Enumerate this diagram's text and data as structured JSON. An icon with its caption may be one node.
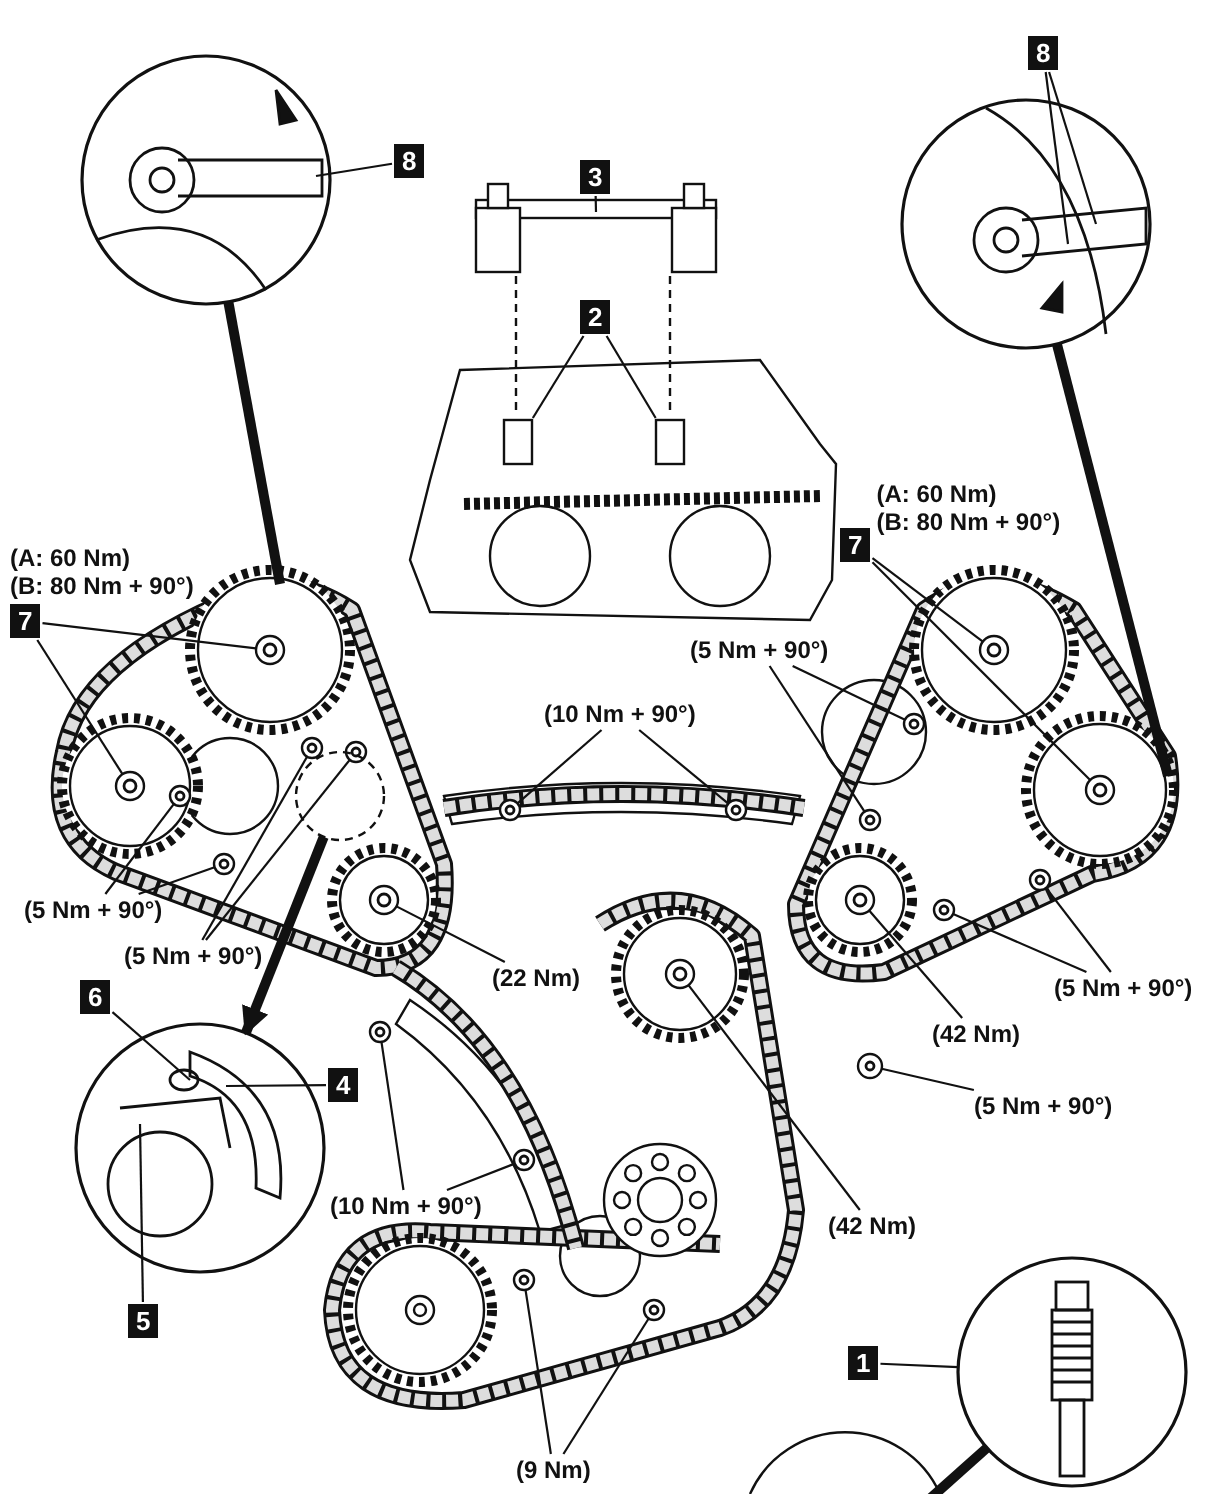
{
  "diagram": {
    "nodes": [
      {
        "text": [],
        "shape": "circle"
      },
      {
        "text": [
          "8"
        ]
      },
      {
        "text": [
          "3"
        ]
      },
      {
        "text": [
          "2"
        ]
      },
      {
        "text": [],
        "shape": "circle"
      },
      {
        "text": [
          "8"
        ]
      },
      {
        "text": [
          "7"
        ],
        "beside": [
          "(A: 60 Nm)",
          "(B: 80 Nm + 90°)"
        ]
      },
      {
        "text": [
          "7"
        ],
        "beside": [
          "(A: 60 Nm)",
          "(B: 80 Nm + 90°)"
        ]
      },
      {
        "text": [
          "(10 Nm + 90°)"
        ]
      },
      {
        "text": [
          "(5 Nm + 90°)"
        ]
      },
      {
        "text": [
          "(5 Nm + 90°)"
        ]
      },
      {
        "text": [
          "(5 Nm + 90°)"
        ]
      },
      {
        "text": [
          "(22 Nm)"
        ]
      },
      {
        "text": [
          "(42 Nm)"
        ]
      },
      {
        "text": [
          "(5 Nm + 90°)"
        ]
      },
      {
        "text": [],
        "shape": "circle"
      },
      {
        "text": [
          "6"
        ]
      },
      {
        "text": [
          "4"
        ]
      },
      {
        "text": [
          "5"
        ]
      },
      {
        "text": [
          "(5 Nm + 90°)"
        ]
      },
      {
        "text": [
          "(10 Nm + 90°)"
        ]
      },
      {
        "text": [
          "(42 Nm)"
        ]
      },
      {
        "text": [],
        "shape": "circle"
      },
      {
        "text": [
          "1"
        ]
      },
      {
        "text": [
          "(9 Nm)"
        ]
      },
      {
        "text": [],
        "shape": "box"
      },
      {
        "text": [],
        "shape": "box"
      },
      {
        "text": [],
        "shape": "circle"
      },
      {
        "text": [],
        "shape": "circle"
      },
      {
        "text": [],
        "shape": "circle"
      },
      {
        "text": [],
        "shape": "circle"
      },
      {
        "text": [],
        "shape": "circle"
      },
      {
        "text": [],
        "shape": "circle"
      },
      {
        "text": [],
        "shape": "circle"
      },
      {
        "text": [],
        "shape": "circle"
      },
      {
        "text": [],
        "shape": "circle"
      },
      {
        "text": [],
        "shape": "circle"
      },
      {
        "text": [],
        "shape": "circle"
      },
      {
        "text": [],
        "shape": "circle"
      },
      {
        "text": [],
        "shape": "circle"
      },
      {
        "text": [],
        "shape": "circle"
      },
      {
        "text": [],
        "shape": "circle"
      },
      {
        "text": [],
        "shape": "circle"
      },
      {
        "text": [],
        "shape": "circle"
      },
      {
        "text": [],
        "shape": "circle"
      },
      {
        "text": [],
        "shape": "circle"
      },
      {
        "text": [],
        "shape": "circle"
      },
      {
        "text": [],
        "shape": "circle"
      },
      {
        "text": [],
        "shape": "circle"
      },
      {
        "text": [],
        "shape": "circle"
      }
    ],
    "edges": [
      {
        "from": 0,
        "to": null,
        "arrow": "none",
        "style": "thick"
      },
      {
        "from": 1,
        "to": 0,
        "arrow": "none"
      },
      {
        "from": 2,
        "to": null,
        "arrow": "none"
      },
      {
        "from": 3,
        "to": 25,
        "arrow": "none"
      },
      {
        "from": 3,
        "to": 26,
        "arrow": "none"
      },
      {
        "from": 4,
        "to": null,
        "arrow": "none",
        "style": "thick"
      },
      {
        "from": 5,
        "to": 4,
        "arrow": "none"
      },
      {
        "from": 5,
        "to": 4,
        "arrow": "none"
      },
      {
        "from": 6,
        "to": 27,
        "arrow": "none"
      },
      {
        "from": 6,
        "to": 28,
        "arrow": "none"
      },
      {
        "from": 7,
        "to": 29,
        "arrow": "none"
      },
      {
        "from": 7,
        "to": 30,
        "arrow": "none"
      },
      {
        "from": 8,
        "to": 31,
        "arrow": "none"
      },
      {
        "from": 8,
        "to": 32,
        "arrow": "none"
      },
      {
        "from": 9,
        "to": 33,
        "arrow": "none"
      },
      {
        "from": 9,
        "to": 34,
        "arrow": "none"
      },
      {
        "from": 10,
        "to": 35,
        "arrow": "none"
      },
      {
        "from": 10,
        "to": 36,
        "arrow": "none"
      },
      {
        "from": 11,
        "to": 37,
        "arrow": "none"
      },
      {
        "from": 11,
        "to": 38,
        "arrow": "none"
      },
      {
        "from": 12,
        "to": 39,
        "arrow": "none"
      },
      {
        "from": 13,
        "to": 40,
        "arrow": "none"
      },
      {
        "from": 14,
        "to": 41,
        "arrow": "none"
      },
      {
        "from": 14,
        "to": 42,
        "arrow": "none"
      },
      {
        "from": 43,
        "to": 15,
        "arrow": "to",
        "style": "thick"
      },
      {
        "from": 16,
        "to": 15,
        "arrow": "none"
      },
      {
        "from": 17,
        "to": 15,
        "arrow": "none"
      },
      {
        "from": 18,
        "to": 15,
        "arrow": "none"
      },
      {
        "from": 19,
        "to": 44,
        "arrow": "none"
      },
      {
        "from": 20,
        "to": 45,
        "arrow": "none"
      },
      {
        "from": 20,
        "to": 46,
        "arrow": "none"
      },
      {
        "from": 21,
        "to": 47,
        "arrow": "none"
      },
      {
        "from": 22,
        "to": null,
        "arrow": "none",
        "style": "thick"
      },
      {
        "from": 23,
        "to": 22,
        "arrow": "none"
      },
      {
        "from": 24,
        "to": 48,
        "arrow": "none"
      },
      {
        "from": 24,
        "to": 49,
        "arrow": "none"
      }
    ]
  }
}
